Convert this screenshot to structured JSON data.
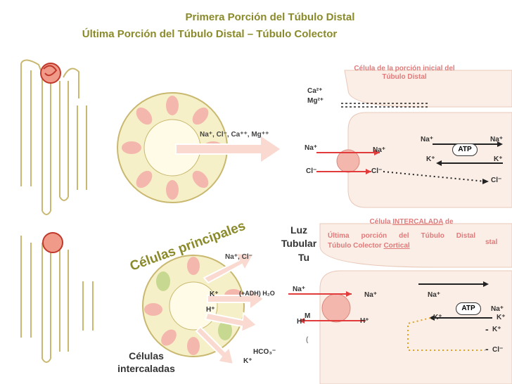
{
  "header": {
    "title_line1": "Primera Porción del Túbulo Distal",
    "title_line2": "Última Porción del Túbulo Distal – Túbulo Colector"
  },
  "top_diagram": {
    "lumen_ions": "Na⁺, Cl⁻, Ca⁺⁺, Mg⁺⁺",
    "cell_label": "Célula de la porción inicial del Túbulo Distal",
    "ca": "Ca²⁺",
    "mg": "Mg²⁺",
    "na_lumen": "Na⁺",
    "cl_lumen": "Cl⁻",
    "na_cell": "Na⁺",
    "cl_cell": "Cl⁻",
    "na_pump_in": "Na⁺",
    "na_pump_out": "Na⁺",
    "k_pump_in": "K⁺",
    "k_pump_out": "K⁺",
    "atp": "ATP",
    "cl_out": "Cl⁻"
  },
  "bottom_diagram": {
    "lumen_ions": "Na⁺, Cl⁻",
    "k_label": "K⁺",
    "adh_label": "(+ADH) H₂O",
    "h_label": "H⁺",
    "hco3_label": "HCO₃⁻",
    "k_bottom": "K⁺",
    "celulas_principales": "Células principales",
    "celulas_intercaladas": "Células intercaladas",
    "luz_tubular": "Luz Tubular",
    "tu_fragment": "Tu",
    "m_fragment": "M",
    "paren_fragment": "(",
    "stal_fragment": "stal",
    "cell_label_prefix": "Célula ",
    "cell_label_under": "INTERCALADA",
    "cell_label_suffix": " de",
    "desc_line1": "Última porción del Túbulo Distal",
    "desc_line2_prefix": "Túbulo Colector ",
    "desc_line2_under": "Cortical",
    "na_lumen": "Na⁺",
    "h_lumen": "H⁺",
    "na_cell": "Na⁺",
    "h_cell": "H⁺",
    "na_pump_in": "Na⁺",
    "na_pump_out": "Na⁺",
    "k_pump_in": "K⁺",
    "k_pump_out": "K⁺",
    "k_extra1": "K⁺",
    "atp": "ATP",
    "dash1": "-",
    "dash2": "-",
    "overlap_label": "Cl⁻"
  },
  "colors": {
    "title": "#8a8a2a",
    "tubule_fill": "#f6f0c8",
    "tubule_stroke": "#c9b870",
    "pink": "#f4b7ad",
    "red": "#e23b3b",
    "cell_bg": "#fbeee6"
  }
}
